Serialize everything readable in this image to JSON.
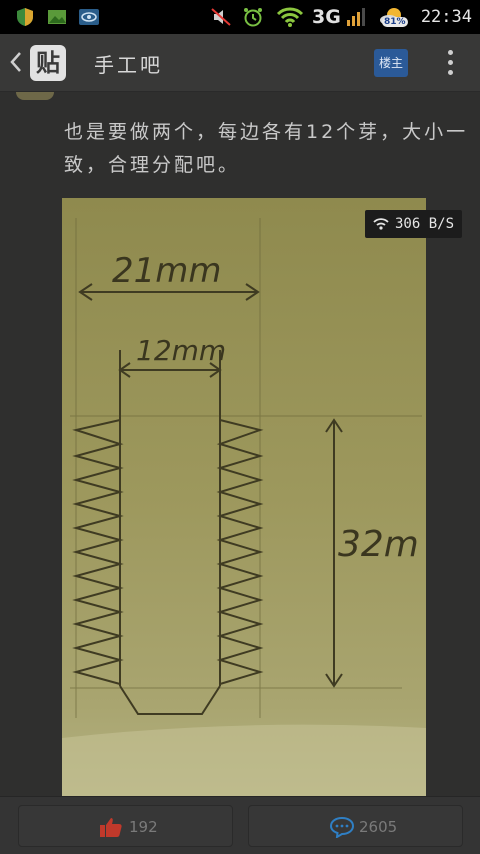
{
  "status_bar": {
    "network_type": "3G",
    "battery_level": "81%",
    "time": "22:34",
    "icons": [
      "shield-icon",
      "image-notification-icon",
      "eye-icon",
      "mute-icon",
      "alarm-icon",
      "wifi-icon",
      "signal-icon",
      "weather-icon"
    ]
  },
  "header": {
    "back_icon": "chevron-left-icon",
    "logo_text": "贴",
    "title": "手工吧",
    "owner_button": "楼主",
    "more_icon": "vertical-dots-icon"
  },
  "post": {
    "text": "也是要做两个，每边各有12个芽，大小一致，合理分配吧。",
    "image_annotations": {
      "width_label": "21mm",
      "inner_label": "12mm",
      "height_label": "32m"
    }
  },
  "overlay": {
    "network_speed": "306 B/S"
  },
  "footer": {
    "like_count": "192",
    "comment_count": "2605",
    "like_icon": "thumbs-up-icon",
    "comment_icon": "comment-icon"
  },
  "colors": {
    "header_bg": "#383837",
    "owner_button_bg": "#2b5a98",
    "like_icon": "#c0392b",
    "comment_icon": "#2f7fc4"
  }
}
